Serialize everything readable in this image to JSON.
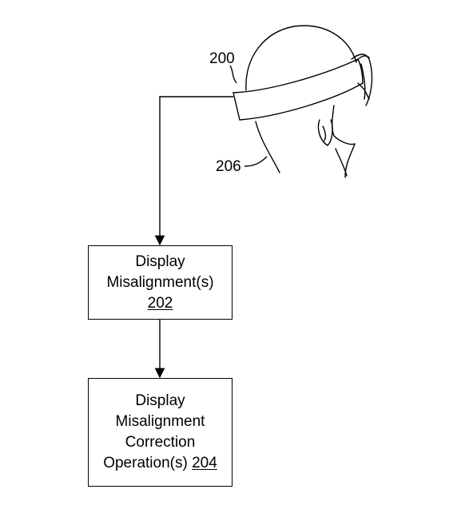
{
  "device": {
    "ref": "200",
    "head_ref": "206",
    "icon": "head-mounted-display-icon"
  },
  "box1": {
    "line1": "Display",
    "line2": "Misalignment(s)",
    "ref": "202"
  },
  "box2": {
    "line1": "Display",
    "line2": "Misalignment",
    "line3": "Correction",
    "line4": "Operation(s)",
    "ref": "204"
  }
}
